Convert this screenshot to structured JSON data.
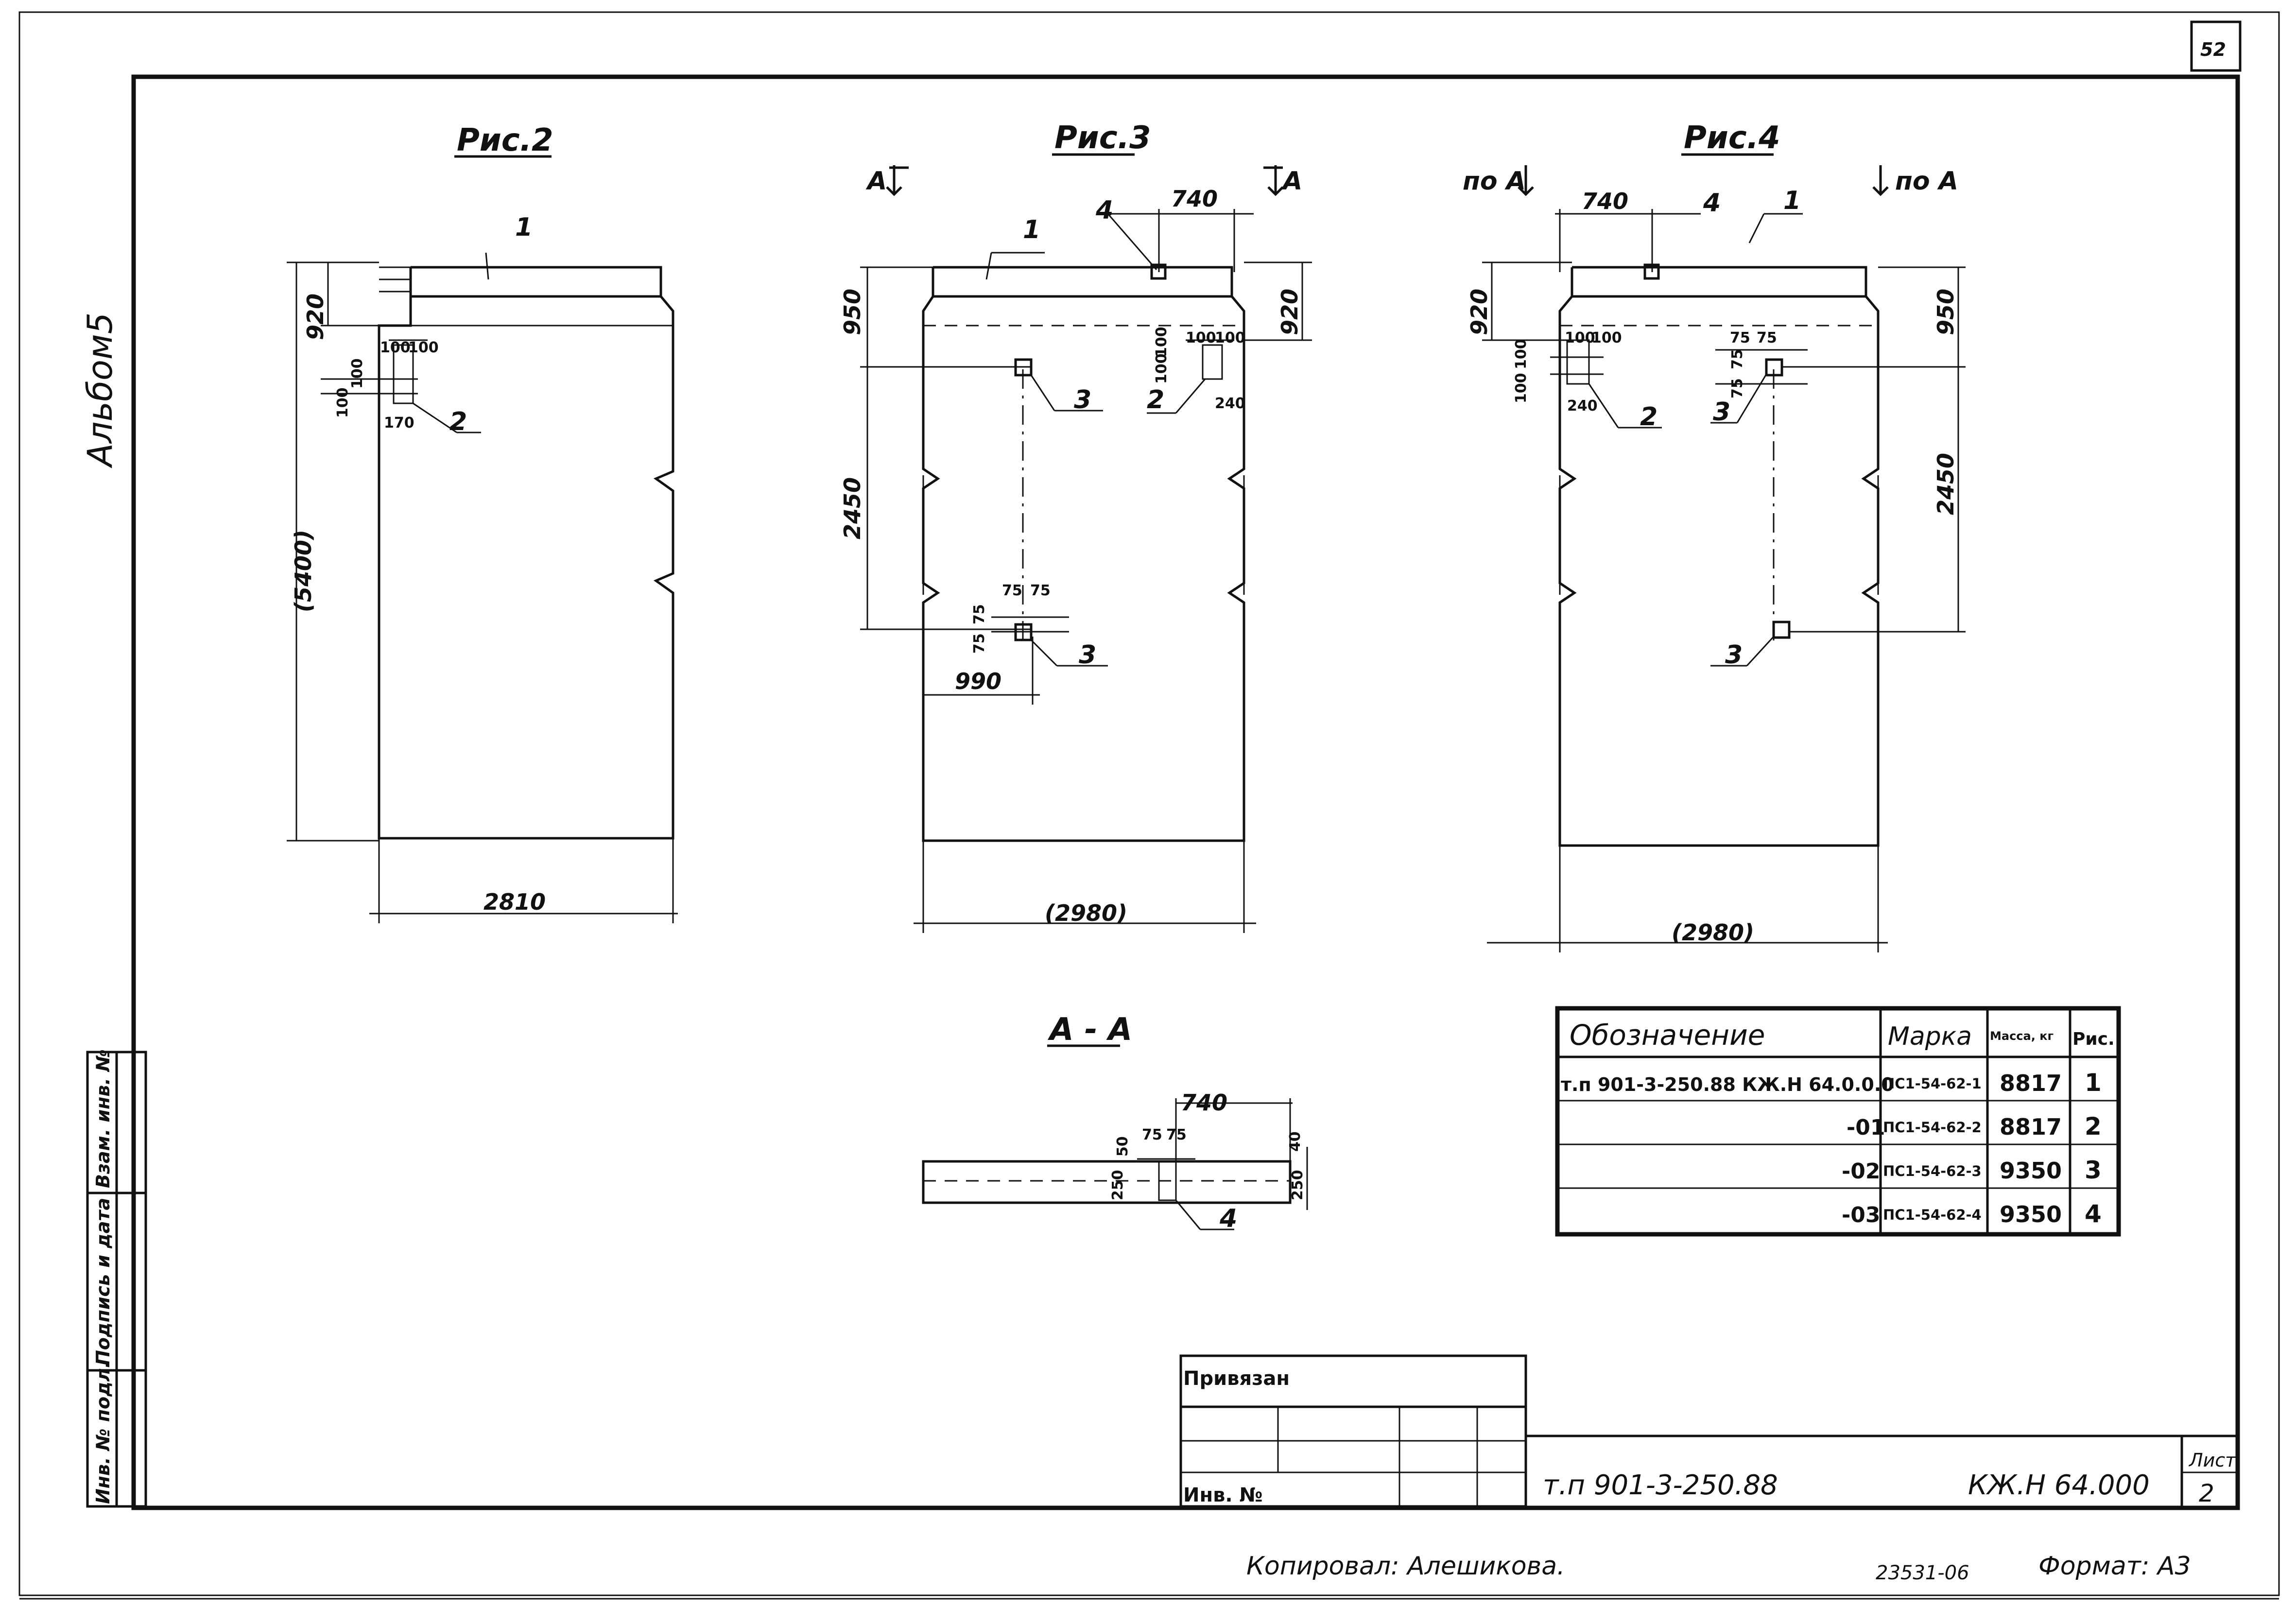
{
  "sheet": {
    "sheet_no": "52",
    "album": "Альбом5"
  },
  "figures": {
    "fig2": {
      "title": "Рис.2",
      "dims": {
        "height_total": "(5400)",
        "top": "920",
        "h1": "100",
        "h2": "100",
        "w1": "100",
        "w2": "100",
        "w3": "170",
        "width": "2810"
      },
      "leaders": {
        "l1": "1",
        "l2": "2"
      }
    },
    "fig3": {
      "title": "Рис.3",
      "section_left": "А",
      "section_right": "А",
      "dims": {
        "top_right": "740",
        "left_top": "950",
        "right_top": "920",
        "left_mid": "2450",
        "h1": "100",
        "h2": "100",
        "w1": "100",
        "w2": "100",
        "w3": "240",
        "v1": "75",
        "v2": "75",
        "h3": "75",
        "h4": "75",
        "bottom_offset": "990",
        "width": "(2980)"
      },
      "leaders": {
        "l1": "1",
        "l2": "2",
        "l3a": "3",
        "l3b": "3",
        "l4": "4"
      }
    },
    "fig4": {
      "title": "Рис.4",
      "section_left": "по А",
      "section_right": "по А",
      "dims": {
        "top_left": "740",
        "left_top": "920",
        "right_top": "950",
        "right_mid": "2450",
        "h1": "100",
        "h2": "100",
        "w1": "100",
        "w2": "100",
        "w3": "240",
        "v1": "75",
        "v2": "75",
        "h3": "75",
        "h4": "75",
        "width": "(2980)"
      },
      "leaders": {
        "l1": "1",
        "l2": "2",
        "l3a": "3",
        "l3b": "3",
        "l4": "4"
      }
    },
    "section": {
      "title": "А - А",
      "dims": {
        "w": "740",
        "a": "75",
        "b": "75",
        "c": "50",
        "d": "250",
        "e": "40",
        "f": "250"
      },
      "leaders": {
        "l4": "4"
      }
    }
  },
  "spec_table": {
    "headers": [
      "Обозначение",
      "Марка",
      "Масса, кг",
      "Рис."
    ],
    "rows": [
      [
        "т.п 901-3-250.88 КЖ.Н 64.0.0.0",
        "ПС1-54-62-1",
        "8817",
        "1"
      ],
      [
        "-01",
        "ПС1-54-62-2",
        "8817",
        "2"
      ],
      [
        "-02",
        "ПС1-54-62-3",
        "9350",
        "3"
      ],
      [
        "-03",
        "ПС1-54-62-4",
        "9350",
        "4"
      ]
    ]
  },
  "title_block": {
    "bound": "Привязан",
    "inv": "Инв. №",
    "project": "т.п 901-3-250.88",
    "code": "КЖ.Н 64.000",
    "sheet_label": "Лист",
    "sheet_value": "2"
  },
  "side_stamp": [
    "Инв. № подл.",
    "Подпись и дата",
    "Взам. инв. №"
  ],
  "footer": {
    "copied": "Копировал: Алешикова.",
    "number": "23531-06",
    "format": "Формат: А3"
  }
}
